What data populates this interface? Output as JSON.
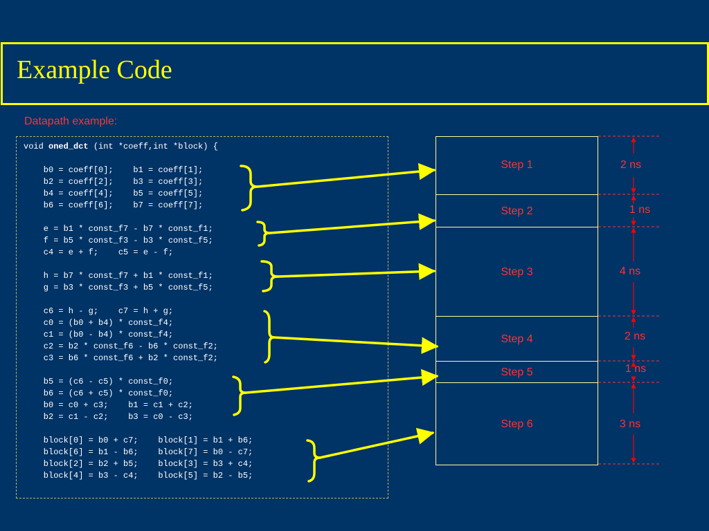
{
  "title": "Example Code",
  "subtitle": "Datapath example:",
  "code": {
    "signature_prefix": "void ",
    "signature_name": "oned_dct",
    "signature_suffix": " (int *coeff,int *block) {",
    "lines": [
      "    b0 = coeff[0];    b1 = coeff[1];",
      "    b2 = coeff[2];    b3 = coeff[3];",
      "    b4 = coeff[4];    b5 = coeff[5];",
      "    b6 = coeff[6];    b7 = coeff[7];",
      "",
      "    e = b1 * const_f7 - b7 * const_f1;",
      "    f = b5 * const_f3 - b3 * const_f5;",
      "    c4 = e + f;    c5 = e - f;",
      "",
      "    h = b7 * const_f7 + b1 * const_f1;",
      "    g = b3 * const_f3 + b5 * const_f5;",
      "",
      "    c6 = h - g;    c7 = h + g;",
      "    c0 = (b0 + b4) * const_f4;",
      "    c1 = (b0 - b4) * const_f4;",
      "    c2 = b2 * const_f6 - b6 * const_f2;",
      "    c3 = b6 * const_f6 + b2 * const_f2;",
      "",
      "    b5 = (c6 - c5) * const_f0;",
      "    b6 = (c6 + c5) * const_f0;",
      "    b0 = c0 + c3;    b1 = c1 + c2;",
      "    b2 = c1 - c2;    b3 = c0 - c3;",
      "",
      "    block[0] = b0 + c7;    block[1] = b1 + b6;",
      "    block[6] = b1 - b6;    block[7] = b0 - c7;",
      "    block[2] = b2 + b5;    block[3] = b3 + c4;",
      "    block[4] = b3 - c4;    block[5] = b2 - b5;"
    ]
  },
  "steps": [
    {
      "label": "Step 1",
      "time": "2 ns"
    },
    {
      "label": "Step 2",
      "time": "1 ns"
    },
    {
      "label": "Step 3",
      "time": "4 ns"
    },
    {
      "label": "Step 4",
      "time": "2 ns"
    },
    {
      "label": "Step 5",
      "time": "1 ns"
    },
    {
      "label": "Step 6",
      "time": "3 ns"
    }
  ],
  "colors": {
    "background": "#003366",
    "accent": "#ffff00",
    "label": "#ff3333"
  }
}
